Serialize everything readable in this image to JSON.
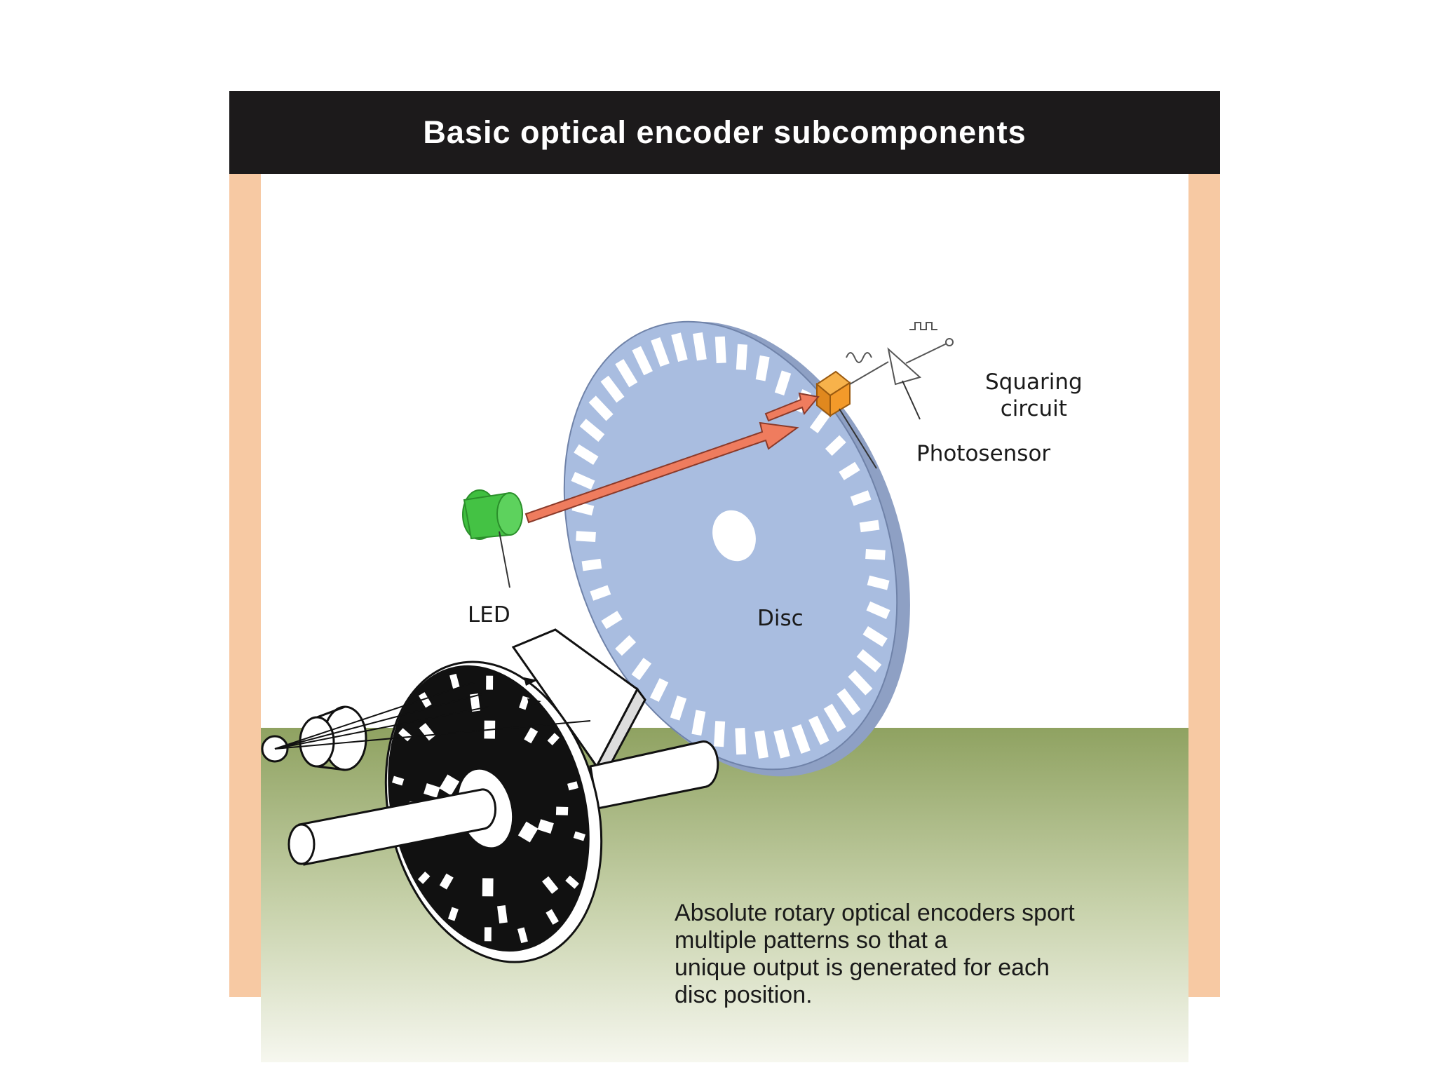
{
  "title": "Basic optical encoder subcomponents",
  "labels": {
    "squaring_line1": "Squaring",
    "squaring_line2": "circuit",
    "photosensor": "Photosensor",
    "led": "LED",
    "disc": "Disc"
  },
  "caption": {
    "line1": "Absolute rotary optical encoders sport",
    "line2": "multiple patterns so that a",
    "line3": "unique output is generated for each",
    "line4": "disc position."
  },
  "colors": {
    "title_bar": "#1c1a1b",
    "frame": "#f7c9a3",
    "disc": "#a9bde0",
    "led": "#3fbf3f",
    "photosensor": "#f39a2a",
    "beam": "#e8745a",
    "ground_top": "#8fa261"
  },
  "icons": [
    "led-icon",
    "photosensor-icon",
    "squaring-circuit-icon",
    "encoder-disc",
    "absolute-encoder-illustration"
  ]
}
